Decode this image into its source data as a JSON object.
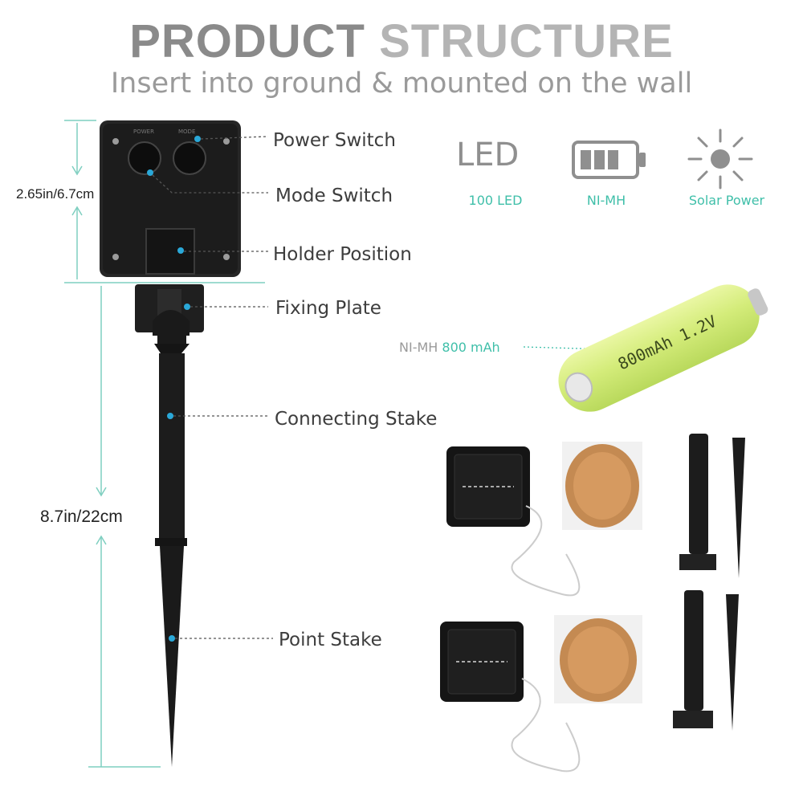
{
  "header": {
    "title_word1": "PRODUCT",
    "title_word2": "STRUCTURE",
    "subtitle": "Insert into ground & mounted on the wall"
  },
  "solar_box": {
    "button_labels": [
      "POWER",
      "MODE"
    ]
  },
  "dimensions": {
    "height_top": "2.65in/6.7cm",
    "height_stake": "8.7in/22cm"
  },
  "parts": [
    {
      "label": "Power Switch"
    },
    {
      "label": "Mode Switch"
    },
    {
      "label": "Holder Position"
    },
    {
      "label": "Fixing Plate"
    },
    {
      "label": "Connecting Stake"
    },
    {
      "label": "Point Stake"
    }
  ],
  "features": [
    {
      "icon": "led-text-icon",
      "caption": "100 LED"
    },
    {
      "icon": "battery-icon",
      "caption": "NI-MH"
    },
    {
      "icon": "sun-icon",
      "caption": "Solar Power"
    }
  ],
  "feature_icon_text": "LED",
  "battery": {
    "type_label": "NI-MH",
    "capacity_label": "800 mAh",
    "printed_text": "800mAh 1.2V"
  },
  "colors": {
    "accent": "#3fbfa9",
    "battery_green": "#d4ec7a",
    "title_gray": "#8a8a8a",
    "dim_line": "#7fcfc0"
  }
}
